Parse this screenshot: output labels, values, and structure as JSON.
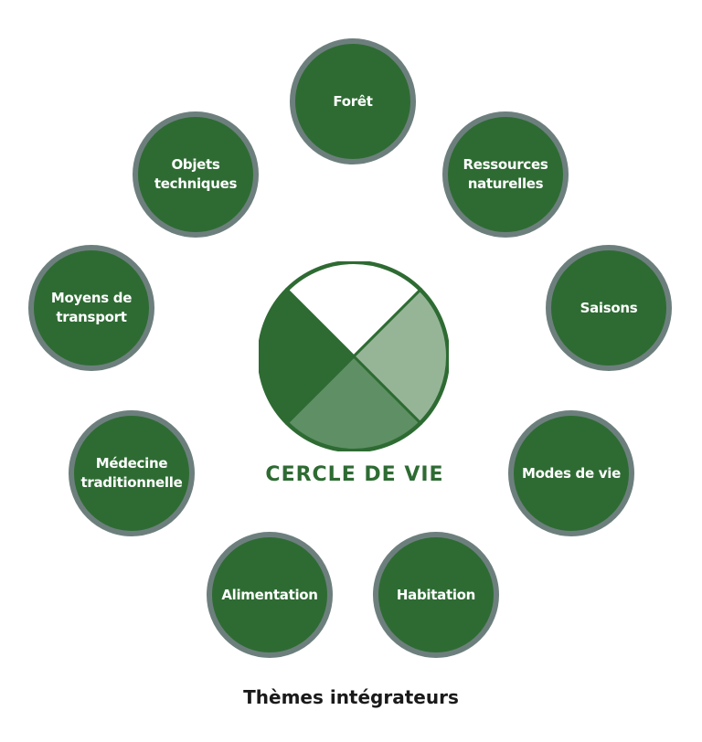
{
  "center": {
    "label": "CERCLE DE VIE",
    "colors": {
      "top": "#ffffff",
      "left": "#2e6b33",
      "bottom": "#5f8f64",
      "right": "#96b597",
      "outline": "#2e6b33"
    }
  },
  "themes": [
    {
      "label": "Forêt"
    },
    {
      "label": "Ressources naturelles"
    },
    {
      "label": "Saisons"
    },
    {
      "label": "Modes de vie"
    },
    {
      "label": "Habitation"
    },
    {
      "label": "Alimentation"
    },
    {
      "label": "Médecine traditionnelle"
    },
    {
      "label": "Moyens de transport"
    },
    {
      "label": "Objets techniques"
    }
  ],
  "caption": "Thèmes intégrateurs",
  "colors": {
    "circle_fill": "#2e6b33",
    "circle_border": "#6d7f7d",
    "text_on_circle": "#ffffff"
  }
}
